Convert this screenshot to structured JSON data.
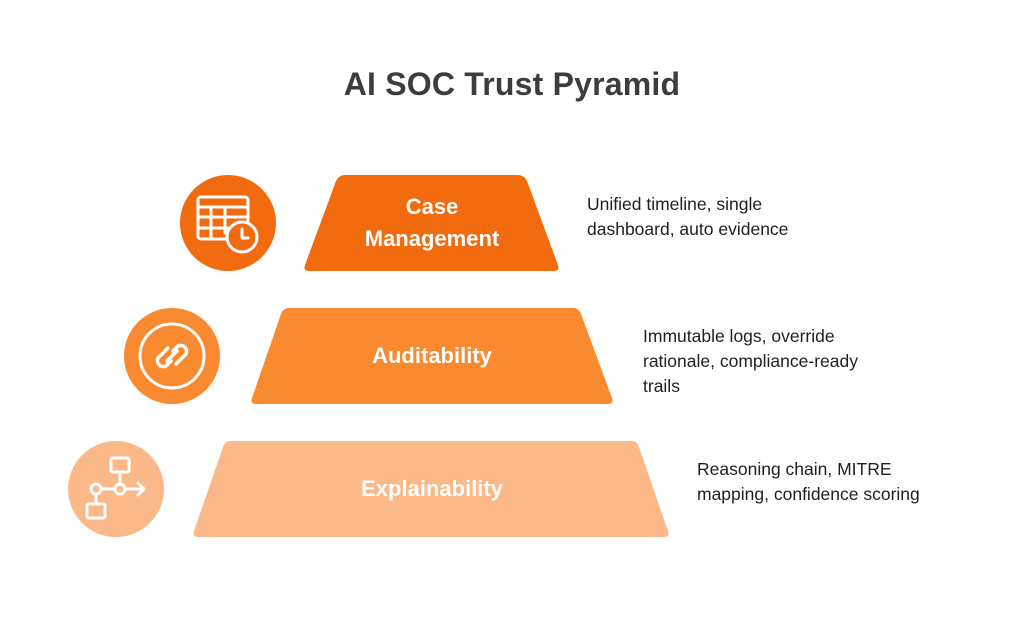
{
  "title": "AI SOC Trust Pyramid",
  "tiers": [
    {
      "label": "Case\nManagement",
      "description": "Unified timeline, single dashboard, auto evidence",
      "icon": "calendar-clock-icon",
      "color": "#f26b0f"
    },
    {
      "label": "Auditability",
      "description": "Immutable logs, override rationale, compliance-ready trails",
      "icon": "link-chain-icon",
      "color": "#f98a2f"
    },
    {
      "label": "Explainability",
      "description": "Reasoning chain, MITRE mapping, confidence scoring",
      "icon": "flowchart-icon",
      "color": "#fbb989"
    }
  ]
}
